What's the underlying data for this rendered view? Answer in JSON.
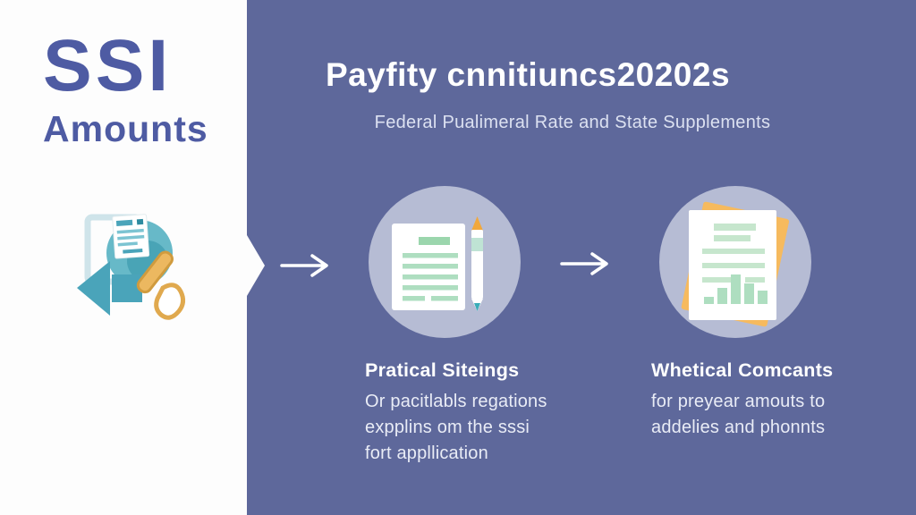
{
  "left_panel": {
    "title_line1": "SSI",
    "title_line2": "Amounts",
    "illustration_name": "document-search-illustration"
  },
  "header": {
    "title": "Payfity cnnitiuncs20202s",
    "subtitle": "Federal Pualimeral Rate and State Supplements"
  },
  "steps": [
    {
      "icon": "document-pen-icon",
      "heading": "Pratical Siteings",
      "body_lines": [
        "Or pacitlabls regations",
        "expplins om the sssi",
        "fort appllication"
      ]
    },
    {
      "icon": "report-chart-icon",
      "heading": "Whetical Comcants",
      "body_lines": [
        "for preyear amouts to",
        "addelies and phonnts"
      ]
    }
  ],
  "colors": {
    "panel_purple": "#5e689b",
    "panel_white": "#fdfdfd",
    "brand_blue": "#4e5ba3",
    "circle_lavender": "#b6bcd4",
    "teal": "#4aa4ba",
    "lens_teal": "#67b9c8",
    "tan": "#ecb860",
    "doc_green": "#aedec0",
    "orange_sheet": "#f6ba5e",
    "pen_orange": "#f1a83c",
    "pen_teal": "#3aacb8",
    "body_text": "#e9ecf6",
    "subtitle_text": "#dce1f1"
  }
}
